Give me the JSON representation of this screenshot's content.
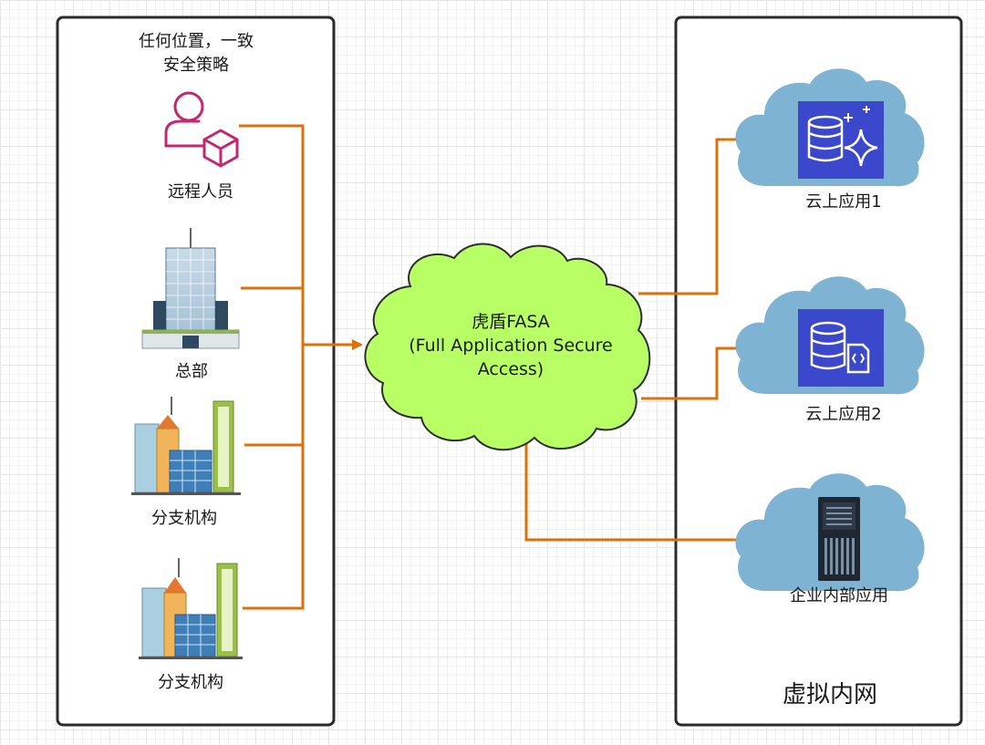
{
  "left_panel": {
    "title_line1": "任何位置，一致",
    "title_line2": "安全策略",
    "sources": [
      {
        "label": "远程人员",
        "icon": "remote-user-icon"
      },
      {
        "label": "总部",
        "icon": "headquarters-building-icon"
      },
      {
        "label": "分支机构",
        "icon": "branch-office-buildings-icon"
      },
      {
        "label": "分支机构",
        "icon": "branch-office-buildings-icon"
      }
    ]
  },
  "center": {
    "line1": "虎盾FASA",
    "line2": "(Full Application Secure",
    "line3": "Access)",
    "fill_color": "#b8ff66"
  },
  "right_panel": {
    "title": "虚拟内网",
    "targets": [
      {
        "label": "云上应用1",
        "icon": "database-sparkle-icon"
      },
      {
        "label": "云上应用2",
        "icon": "database-code-icon"
      },
      {
        "label": "企业内部应用",
        "icon": "server-rack-icon"
      }
    ]
  },
  "colors": {
    "connector": "#d9720b",
    "cloud": "#7eb3d3",
    "aws_blue": "#3b48cc",
    "remote_user": "#c4266f"
  }
}
